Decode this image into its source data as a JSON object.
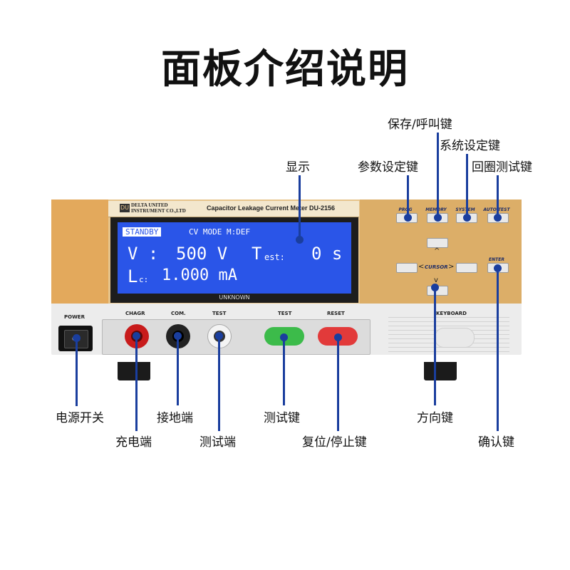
{
  "title": "面板介绍说明",
  "callouts": {
    "display": "显示",
    "prog_key": "参数设定键",
    "memory_key": "保存/呼叫键",
    "system_key": "系统设定键",
    "autotest_key": "回圈测试键",
    "power_switch": "电源开关",
    "charge_terminal": "充电端",
    "ground_terminal": "接地端",
    "test_terminal": "测试端",
    "test_key": "测试键",
    "reset_key": "复位/停止键",
    "direction_key": "方向键",
    "enter_key": "确认键"
  },
  "device": {
    "brand_line1": "DELTA UNITED",
    "brand_line2": "INSTRUMENT CO.,LTD",
    "model": "Capacitor Leakage Current Meter DU-2156",
    "lcd": {
      "status": "STANDBY",
      "mode": "CV MODE  M:DEF",
      "voltage_label": "V :",
      "voltage_value": "500 V",
      "time_label": "T",
      "time_sub": "est:",
      "time_value": "0 s",
      "current_label": "L",
      "current_sub": "c:",
      "current_value": "1.000 mA"
    },
    "unknown_label": "UNKNOWN",
    "keys": {
      "prog": "PROG",
      "memory": "MEMORY",
      "system": "SYSTEM",
      "autotest": "AUTO TEST",
      "enter": "ENTER",
      "cursor": "CURSOR"
    },
    "bottom_labels": {
      "power": "POWER",
      "chagr": "CHAGR",
      "com": "COM.",
      "test_jack": "TEST",
      "test_btn": "TEST",
      "reset": "RESET",
      "keyboard": "KEYBOARD"
    }
  },
  "colors": {
    "wire": "#1a3e9e",
    "lcd": "#2a55e8",
    "test_button": "#3cbb4a",
    "reset_button": "#e23a3a",
    "panel_gold": "#dcae68"
  }
}
